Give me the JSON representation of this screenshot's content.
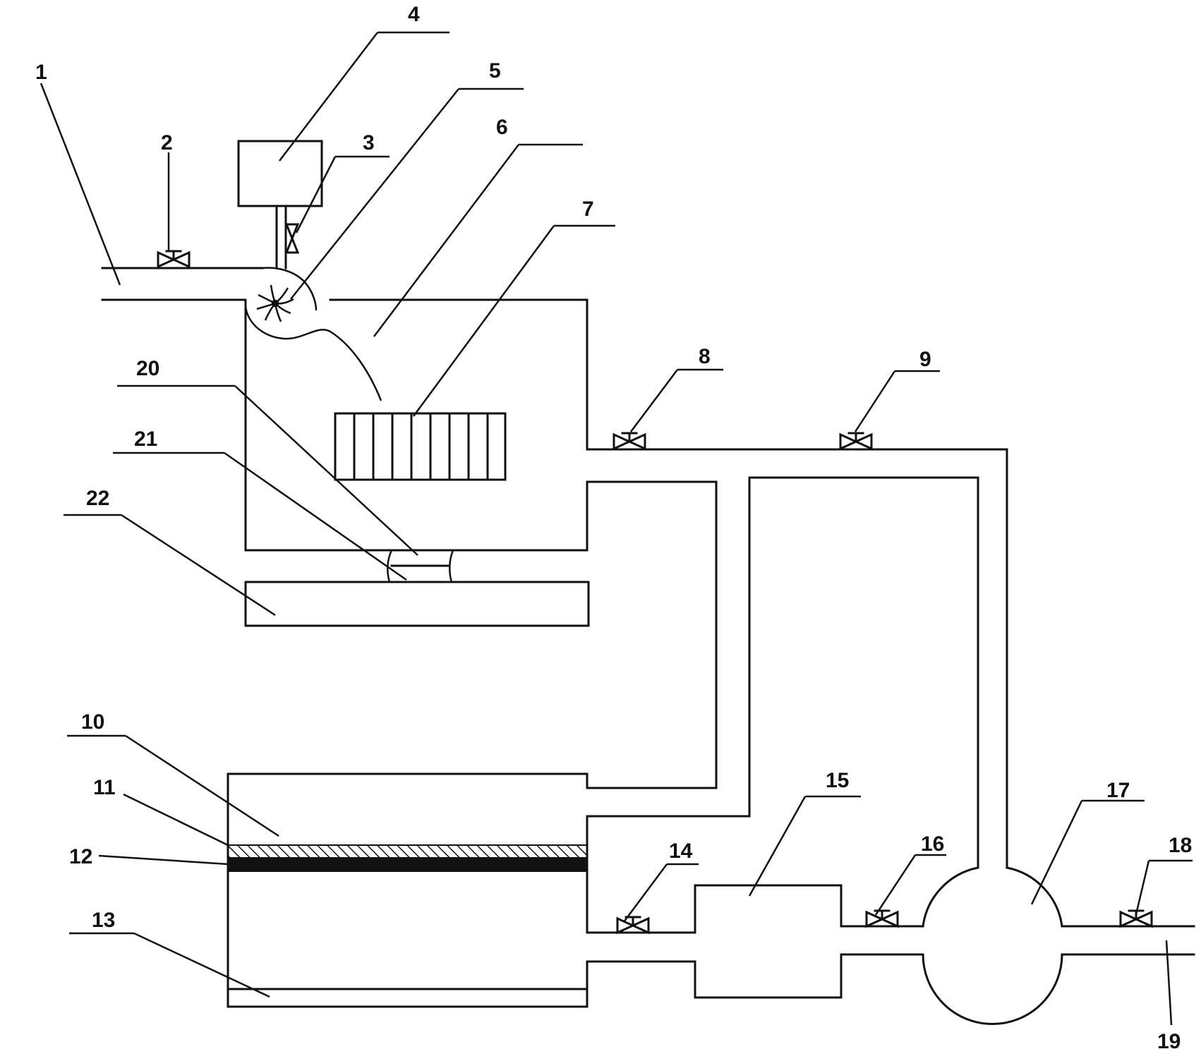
{
  "diagram": {
    "labels": {
      "n1": "1",
      "n2": "2",
      "n3": "3",
      "n4": "4",
      "n5": "5",
      "n6": "6",
      "n7": "7",
      "n8": "8",
      "n9": "9",
      "n10": "10",
      "n11": "11",
      "n12": "12",
      "n13": "13",
      "n14": "14",
      "n15": "15",
      "n16": "16",
      "n17": "17",
      "n18": "18",
      "n19": "19",
      "n20": "20",
      "n21": "21",
      "n22": "22"
    }
  }
}
